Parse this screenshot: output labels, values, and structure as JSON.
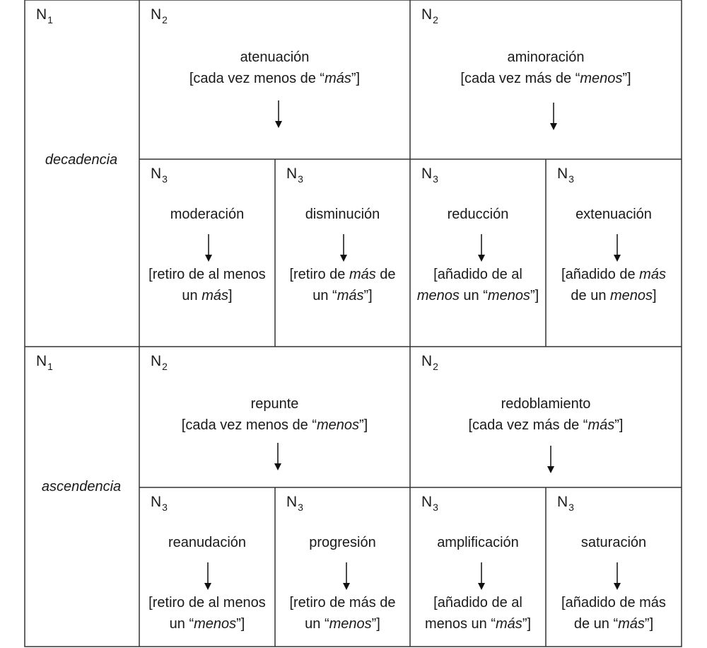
{
  "level_labels": {
    "n1": "N",
    "n2": "N",
    "n3": "N",
    "n1_sub": "1",
    "n2_sub": "2",
    "n3_sub": "3"
  },
  "decadencia": {
    "label": "decadencia",
    "atenuacion": {
      "title": "atenuación",
      "desc_pre": "[cada vez menos de “",
      "desc_em": "más",
      "desc_post": "”]",
      "children": {
        "moderacion": {
          "title": "moderación",
          "l1": "[retiro de al menos",
          "l2_pre": "un ",
          "l2_em": "más",
          "l2_post": "]"
        },
        "disminucion": {
          "title": "disminución",
          "l1_pre": "[retiro de ",
          "l1_em": "más",
          "l1_post": " de",
          "l2_pre": "un “",
          "l2_em": "más",
          "l2_post": "”]"
        }
      }
    },
    "aminoracion": {
      "title": "aminoración",
      "desc_pre": "[cada vez más de “",
      "desc_em": "menos",
      "desc_post": "”]",
      "children": {
        "reduccion": {
          "title": "reducción",
          "l1": "[añadido de al",
          "l2_em": "menos",
          "l2_mid": " un “",
          "l2_em2": "menos",
          "l2_post": "”]"
        },
        "extenuacion": {
          "title": "extenuación",
          "l1_pre": "[añadido de ",
          "l1_em": "más",
          "l2_pre": "de un ",
          "l2_em": "menos",
          "l2_post": "]"
        }
      }
    }
  },
  "ascendencia": {
    "label": "ascendencia",
    "repunte": {
      "title": "repunte",
      "desc_pre": "[cada vez menos de “",
      "desc_em": "menos",
      "desc_post": "”]",
      "children": {
        "reanudacion": {
          "title": "reanudación",
          "l1": "[retiro de al menos",
          "l2_pre": "un “",
          "l2_em": "menos",
          "l2_post": "”]"
        },
        "progresion": {
          "title": "progresión",
          "l1": "[retiro de más de",
          "l2_pre": "un “",
          "l2_em": "menos",
          "l2_post": "”]"
        }
      }
    },
    "redoblamiento": {
      "title": "redoblamiento",
      "desc_pre": "[cada vez más de “",
      "desc_em": "más",
      "desc_post": "”]",
      "children": {
        "amplificacion": {
          "title": "amplificación",
          "l1": "[añadido de al",
          "l2_pre": "menos un “",
          "l2_em": "más",
          "l2_post": "”]"
        },
        "saturacion": {
          "title": "saturación",
          "l1": "[añadido de más",
          "l2_pre": "de un “",
          "l2_em": "más",
          "l2_post": "”]"
        }
      }
    }
  }
}
